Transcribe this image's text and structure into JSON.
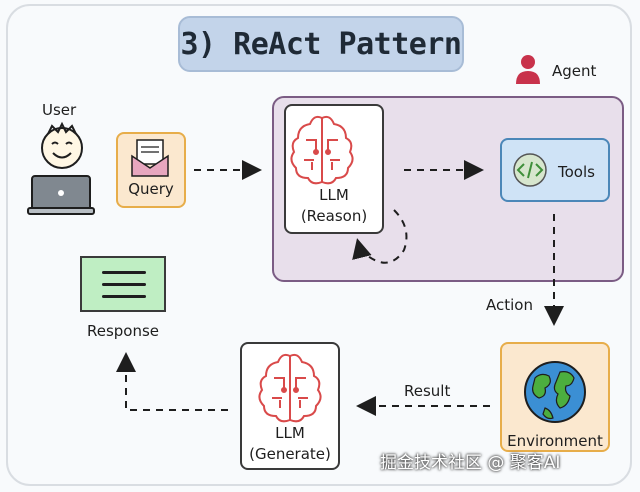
{
  "title": "3) ReAct Pattern",
  "nodes": {
    "user": "User",
    "query": "Query",
    "agent": "Agent",
    "llm_reason_line1": "LLM",
    "llm_reason_line2": "(Reason)",
    "tools": "Tools",
    "action": "Action",
    "environment": "Environment",
    "result": "Result",
    "llm_generate_line1": "LLM",
    "llm_generate_line2": "(Generate)",
    "response": "Response"
  },
  "icons": {
    "user": "user-avatar-icon",
    "query": "envelope-document-icon",
    "agent": "person-icon",
    "llm": "brain-circuit-icon",
    "tools": "code-icon",
    "environment": "globe-icon",
    "response": "text-lines-icon"
  },
  "colors": {
    "title_bg": "#c3d4ea",
    "agent_bg": "#e8dfeb",
    "agent_border": "#7b5c84",
    "orange_bg": "#fbe8cf",
    "orange_border": "#e7ad4a",
    "tools_bg": "#cfe3f6",
    "tools_border": "#4b87b8",
    "response_bg": "#bfeec3",
    "brain_red": "#d94a4a",
    "agent_icon": "#c8324b"
  },
  "watermark": "掘金技术社区 @ 聚客AI"
}
